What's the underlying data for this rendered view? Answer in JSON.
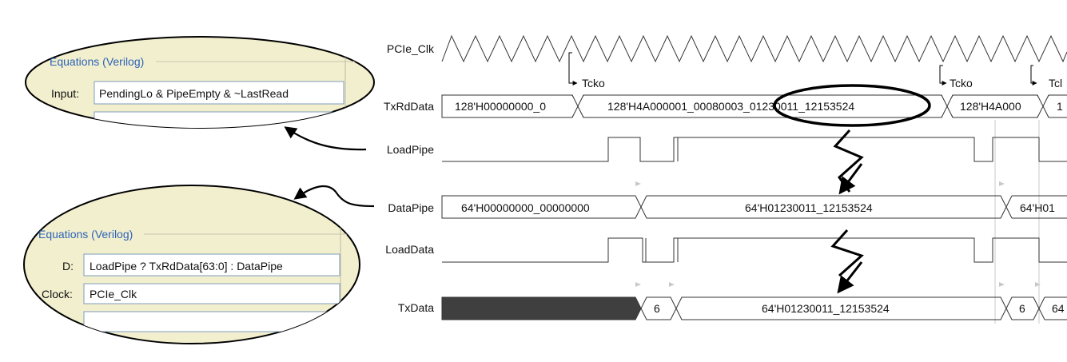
{
  "panel_top": {
    "title": "Equations (Verilog)",
    "fields": [
      {
        "label": "Input:",
        "value": "PendingLo & PipeEmpty & ~LastRead"
      }
    ]
  },
  "panel_bottom": {
    "title": "Equations (Verilog)",
    "fields": [
      {
        "label": "D:",
        "value": "LoadPipe ? TxRdData[63:0] : DataPipe"
      },
      {
        "label": "Clock:",
        "value": "PCIe_Clk"
      }
    ]
  },
  "signals": {
    "clock": {
      "name": "PCIe_Clk"
    },
    "txrddata": {
      "name": "TxRdData",
      "segments": [
        "128'H00000000_0",
        "128'H4A000001_00080003_01230011_12153524",
        "128'H4A000",
        "1"
      ]
    },
    "loadpipe": {
      "name": "LoadPipe"
    },
    "datapipe": {
      "name": "DataPipe",
      "segments": [
        "64'H00000000_00000000",
        "64'H01230011_12153524",
        "64'H01"
      ]
    },
    "loaddata": {
      "name": "LoadData"
    },
    "txdata": {
      "name": "TxData",
      "segments": [
        "6",
        "64'H01230011_12153524",
        "6",
        "64"
      ]
    }
  },
  "timing_labels": [
    "Tcko",
    "Tcko",
    "Tcl"
  ],
  "colors": {
    "panel_fill": "#f2efce",
    "title_blue": "#2d63b8",
    "field_border": "#7f9db9",
    "waveform": "#333333",
    "guide": "#c8c8c8",
    "undefined_fill": "#3f3f3f"
  }
}
